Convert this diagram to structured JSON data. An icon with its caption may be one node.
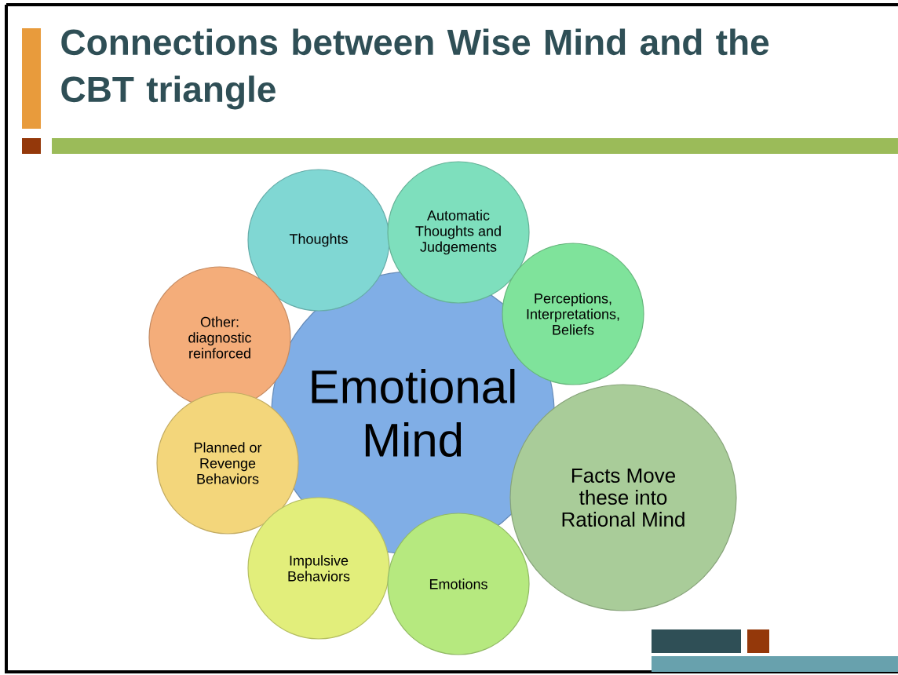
{
  "diagram": {
    "title": "Connections between Wise Mind and the CBT triangle",
    "nodes": [
      {
        "text": [
          "Emotional Mind"
        ]
      },
      {
        "text": [
          "Thoughts"
        ]
      },
      {
        "text": [
          "Automatic Thoughts and Judgements"
        ]
      },
      {
        "text": [
          "Perceptions, Interpretations, Beliefs"
        ]
      },
      {
        "text": [
          "Other: diagnostic reinforced"
        ]
      },
      {
        "text": [
          "Facts Move these into Rational Mind"
        ]
      },
      {
        "text": [
          "Planned or Revenge Behaviors"
        ]
      },
      {
        "text": [
          "Impulsive Behaviors"
        ]
      },
      {
        "text": [
          "Emotions"
        ]
      }
    ]
  }
}
